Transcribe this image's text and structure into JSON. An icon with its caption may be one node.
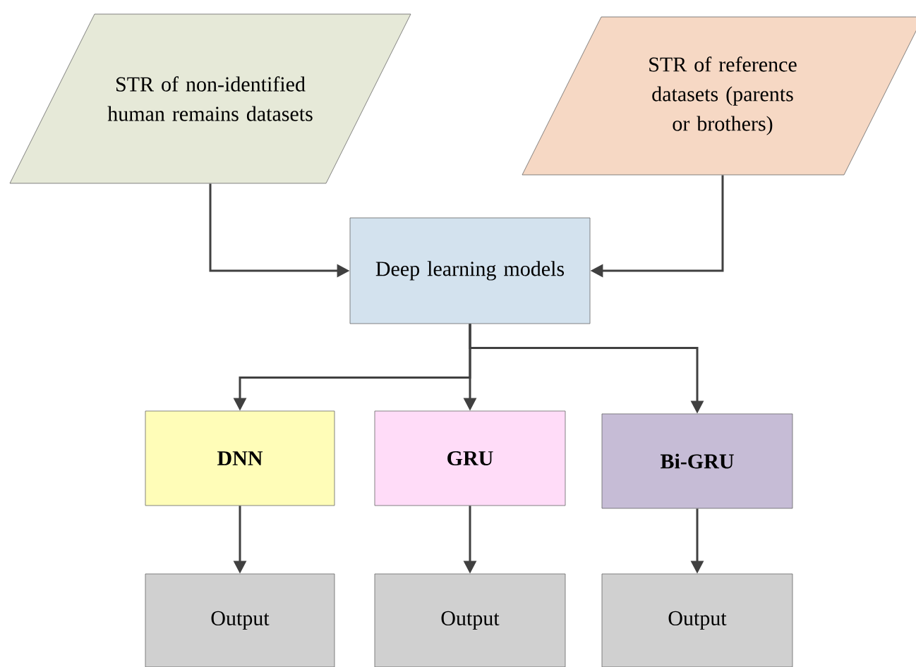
{
  "diagram": {
    "nodes": [
      {
        "text": [
          "STR of non-identified human remains datasets"
        ]
      },
      {
        "text": [
          "STR of reference datasets (parents or brothers)"
        ]
      },
      {
        "text": [
          "Deep learning models"
        ]
      },
      {
        "text": [
          "DNN"
        ]
      },
      {
        "text": [
          "GRU"
        ]
      },
      {
        "text": [
          "Bi-GRU"
        ]
      },
      {
        "text": [
          "Output"
        ]
      },
      {
        "text": [
          "Output"
        ]
      },
      {
        "text": [
          "Output"
        ]
      }
    ],
    "edges": [
      {
        "from": 0,
        "to": 2,
        "arrow": "to"
      },
      {
        "from": 1,
        "to": 2,
        "arrow": "to"
      },
      {
        "from": 2,
        "to": 3,
        "arrow": "to"
      },
      {
        "from": 2,
        "to": 4,
        "arrow": "to"
      },
      {
        "from": 2,
        "to": 5,
        "arrow": "to"
      },
      {
        "from": 3,
        "to": 6,
        "arrow": "to"
      },
      {
        "from": 4,
        "to": 7,
        "arrow": "to"
      },
      {
        "from": 5,
        "to": 8,
        "arrow": "to"
      }
    ]
  }
}
